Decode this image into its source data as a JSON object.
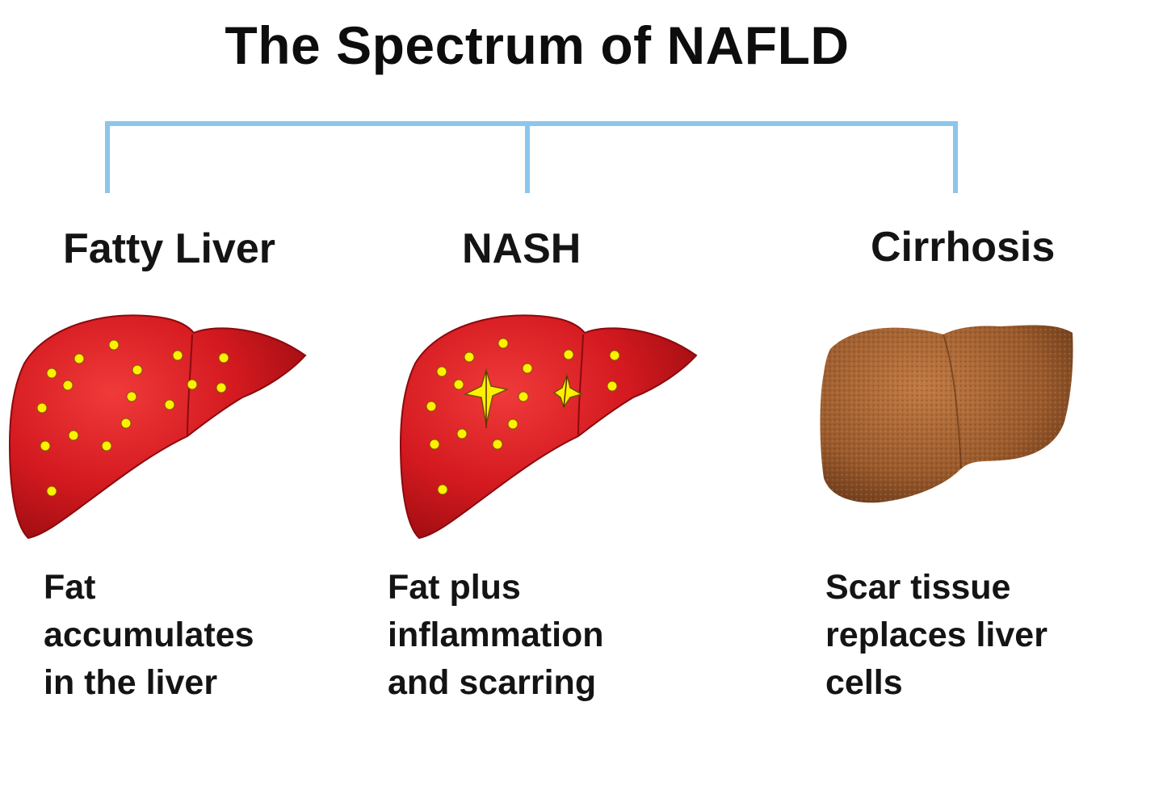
{
  "title": "The Spectrum of NAFLD",
  "colors": {
    "connector": "#8cc6ec",
    "liver_red": "#c8141c",
    "fat_dot": "#ffef00",
    "cirrhosis_brown": "#9a5a2c"
  },
  "stages": [
    {
      "label": "Fatty Liver",
      "description": [
        "Fat",
        "accumulates",
        "in the liver"
      ]
    },
    {
      "label": "NASH",
      "description": [
        "Fat plus",
        "inflammation",
        "and scarring"
      ]
    },
    {
      "label": "Cirrhosis",
      "description": [
        "Scar tissue",
        "replaces liver",
        "cells"
      ]
    }
  ]
}
